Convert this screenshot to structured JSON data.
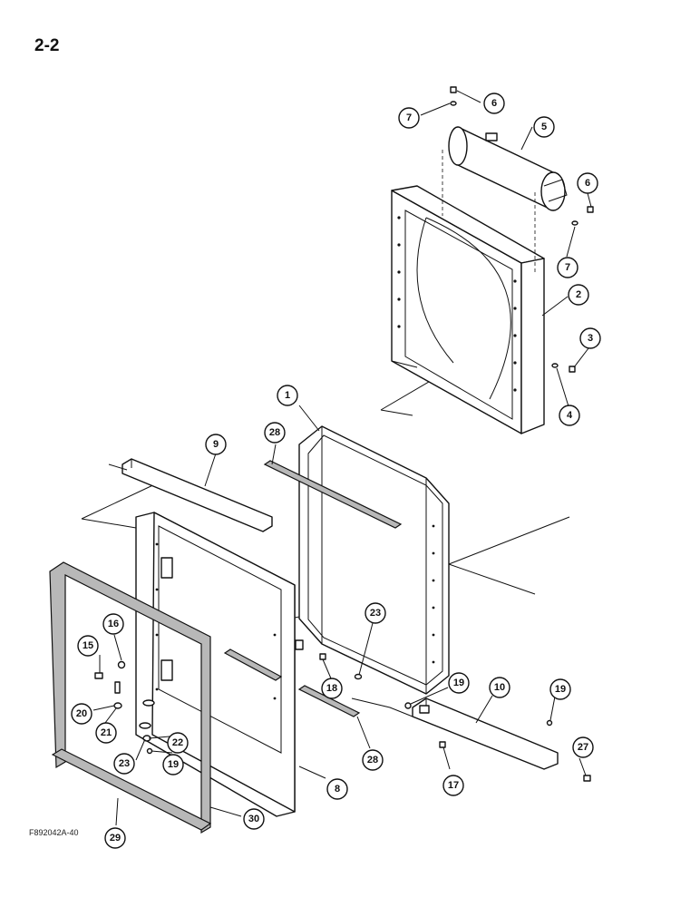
{
  "page": {
    "number": "2-2",
    "figure_code": "F892042A-40"
  },
  "callouts": [
    {
      "label": "1"
    },
    {
      "label": "2"
    },
    {
      "label": "3"
    },
    {
      "label": "4"
    },
    {
      "label": "5"
    },
    {
      "label": "6"
    },
    {
      "label": "6"
    },
    {
      "label": "7"
    },
    {
      "label": "7"
    },
    {
      "label": "8"
    },
    {
      "label": "9"
    },
    {
      "label": "10"
    },
    {
      "label": "15"
    },
    {
      "label": "16"
    },
    {
      "label": "17"
    },
    {
      "label": "18"
    },
    {
      "label": "19"
    },
    {
      "label": "19"
    },
    {
      "label": "19"
    },
    {
      "label": "20"
    },
    {
      "label": "21"
    },
    {
      "label": "22"
    },
    {
      "label": "23"
    },
    {
      "label": "23"
    },
    {
      "label": "27"
    },
    {
      "label": "28"
    },
    {
      "label": "28"
    },
    {
      "label": "29"
    },
    {
      "label": "30"
    }
  ]
}
